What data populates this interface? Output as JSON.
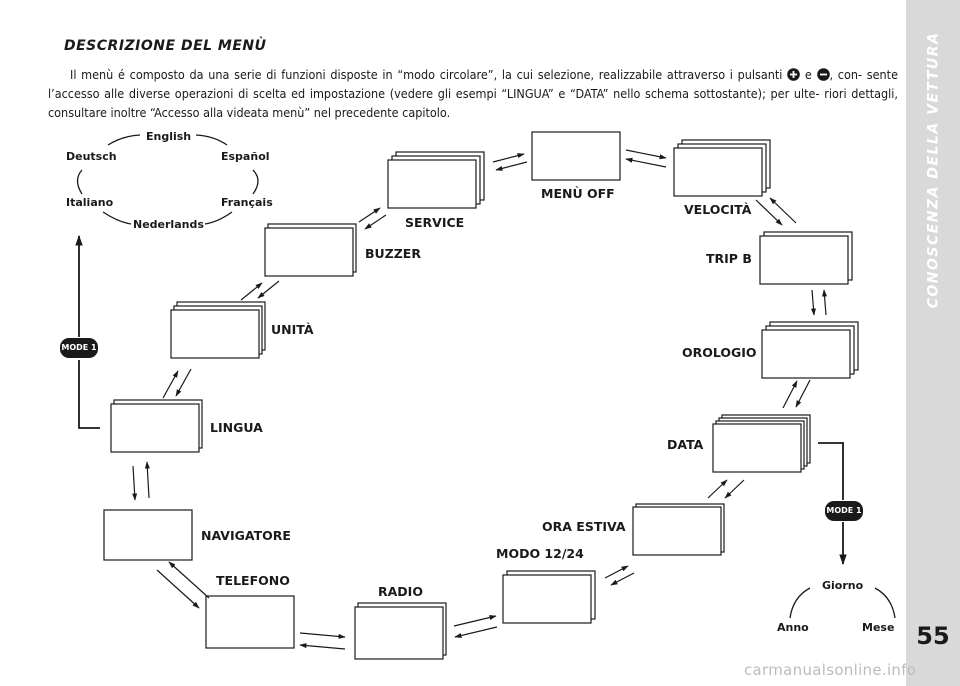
{
  "page": {
    "heading": "DESCRIZIONE DEL MENÙ",
    "intro_part1": "Il menù é composto da una serie di funzioni disposte in “modo circolare”, la cui selezione, realizzabile attraverso i pulsanti",
    "intro_and": "e",
    "intro_part2": ", con- sente l’accesso alle diverse operazioni di scelta ed impostazione (vedere gli esempi “LINGUA” e “DATA” nello schema sottostante); per ulte- riori dettagli, consultare inoltre “Accesso alla videata menù” nel precedente capitolo.",
    "plus_icon": "plus-button-icon",
    "minus_icon": "minus-button-icon",
    "side_title": "CONOSCENZA DELLA VETTURA",
    "page_number": "55",
    "watermark": "carmanualsonline.info"
  },
  "menu": {
    "menu_off": "MENÙ OFF",
    "velocita": "VELOCITÀ",
    "trip_b": "TRIP B",
    "orologio": "OROLOGIO",
    "data": "DATA",
    "ora_estiva": "ORA ESTIVA",
    "modo_1224": "MODO 12/24",
    "radio": "RADIO",
    "telefono": "TELEFONO",
    "navigatore": "NAVIGATORE",
    "lingua": "LINGUA",
    "unita": "UNITÀ",
    "buzzer": "BUZZER",
    "service": "SERVICE"
  },
  "languages": {
    "english": "English",
    "espanol": "Español",
    "francais": "Français",
    "nederlands": "Nederlands",
    "italiano": "Italiano",
    "deutsch": "Deutsch"
  },
  "date_cycle": {
    "giorno": "Giorno",
    "mese": "Mese",
    "anno": "Anno"
  },
  "mode_badge": "MODE 1",
  "colors": {
    "sidebar": "#d9d9d9",
    "ink": "#1a1a1a",
    "watermark": "#bcbcbc"
  }
}
